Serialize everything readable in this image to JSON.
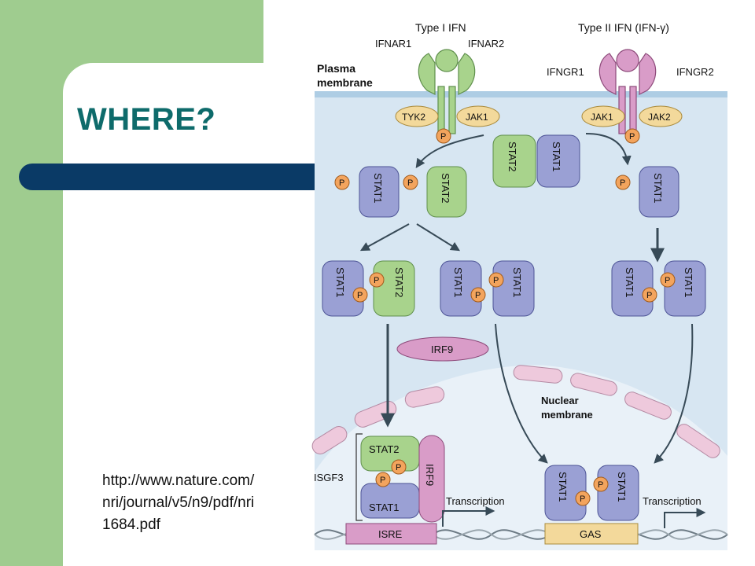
{
  "slide": {
    "title": "WHERE?",
    "citation_lines": [
      "http://www.nature.com/",
      "nri/journal/v5/n9/pdf/nri",
      "1684.pdf"
    ]
  },
  "diagram": {
    "type1_title": "Type I IFN",
    "ifnar1": "IFNAR1",
    "ifnar2": "IFNAR2",
    "type2_title": "Type II IFN (IFN-γ)",
    "ifngr1": "IFNGR1",
    "ifngr2": "IFNGR2",
    "plasma_membrane_line1": "Plasma",
    "plasma_membrane_line2": "membrane",
    "tyk2": "TYK2",
    "jak1": "JAK1",
    "jak2": "JAK2",
    "p": "P",
    "stat1": "STAT1",
    "stat2": "STAT2",
    "irf9": "IRF9",
    "nuclear_membrane_line1": "Nuclear",
    "nuclear_membrane_line2": "membrane",
    "isgf3": "ISGF3",
    "transcription": "Transcription",
    "isre": "ISRE",
    "gas": "GAS"
  },
  "colors": {
    "green_band": "#9fcc8f",
    "title": "#0e6b6b",
    "rule_bar": "#0a3a66",
    "cytoplasm": "#d7e6f2",
    "stat1": "#9aa0d4",
    "stat2": "#a8d38c",
    "irf9": "#d99cc8",
    "jak": "#f3d99b",
    "phospho": "#f3a45d"
  }
}
